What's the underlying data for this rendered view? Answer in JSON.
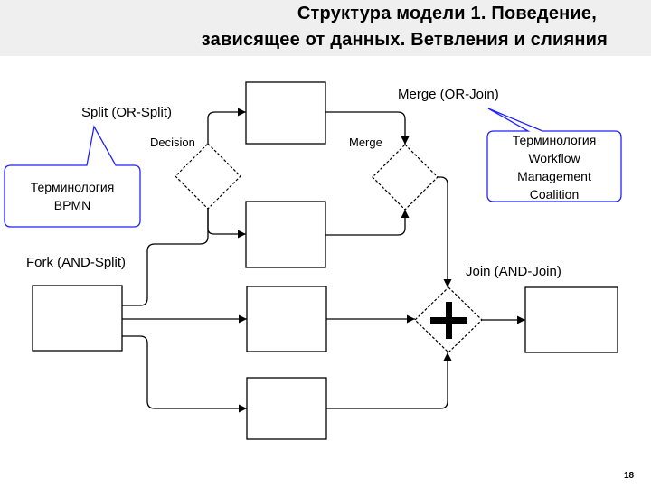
{
  "title": {
    "line1": "Структура  модели 1. Поведение,",
    "line2": "зависящее от данных. Ветвления и слияния"
  },
  "labels": {
    "split": "Split (OR-Split)",
    "merge_or_join": "Merge (OR-Join)",
    "decision": "Decision",
    "merge": "Merge",
    "fork": "Fork (AND-Split)",
    "join": "Join (AND-Join)"
  },
  "callouts": {
    "bpmn": [
      "Терминология",
      "BPMN"
    ],
    "wfmc": [
      "Терминология",
      "Workflow",
      "Management",
      "Coalition"
    ]
  },
  "page_number": "18"
}
